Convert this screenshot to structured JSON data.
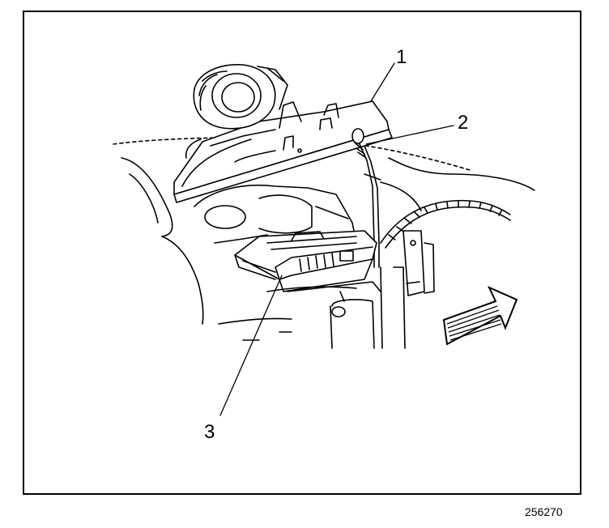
{
  "diagram": {
    "callouts": [
      {
        "id": "1",
        "label": "1"
      },
      {
        "id": "2",
        "label": "2"
      },
      {
        "id": "3",
        "label": "3"
      }
    ],
    "figure_number": "256270"
  }
}
